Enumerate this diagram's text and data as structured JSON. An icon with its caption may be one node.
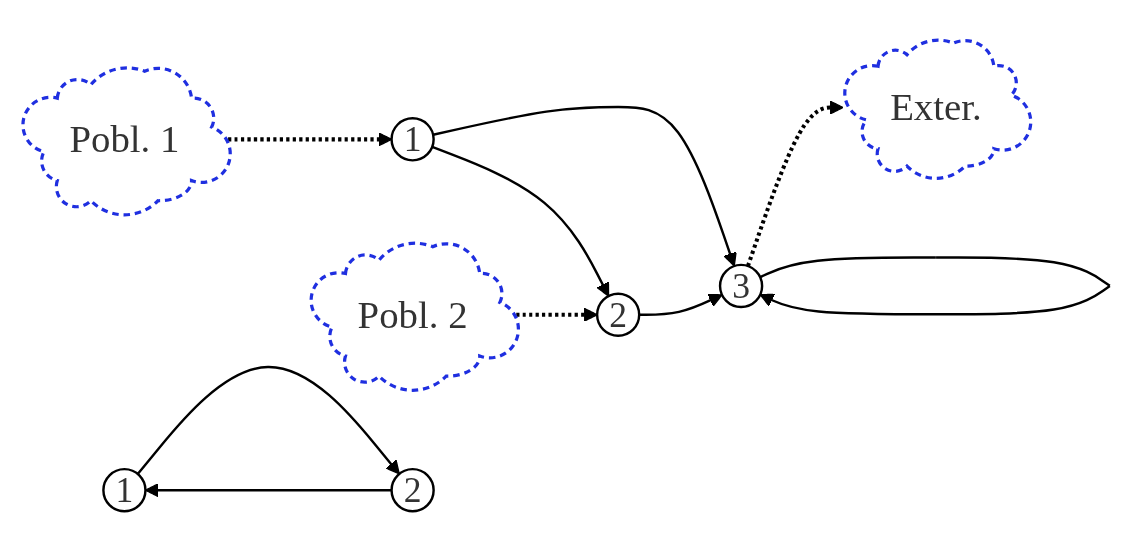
{
  "diagram": {
    "nodes": [
      {
        "text": [
          "Pobl. 1"
        ]
      },
      {
        "text": [
          "1"
        ]
      },
      {
        "text": [
          "3"
        ]
      },
      {
        "text": [
          "Exter."
        ]
      },
      {
        "text": [
          "2"
        ]
      },
      {
        "text": [
          "Pobl. 2"
        ]
      },
      {
        "text": [
          "1"
        ]
      },
      {
        "text": [
          "2"
        ]
      }
    ],
    "edges": [
      {
        "from": 0,
        "to": 1,
        "arrow": "to",
        "style": "dashed"
      },
      {
        "from": 1,
        "to": 2,
        "arrow": "to"
      },
      {
        "from": 1,
        "to": 4,
        "arrow": "to"
      },
      {
        "from": 4,
        "to": 2,
        "arrow": "to"
      },
      {
        "from": 2,
        "to": 2,
        "arrow": "to"
      },
      {
        "from": 2,
        "to": 3,
        "arrow": "to",
        "style": "dashed"
      },
      {
        "from": 5,
        "to": 4,
        "arrow": "to",
        "style": "dashed"
      },
      {
        "from": 6,
        "to": 7,
        "arrow": "to"
      },
      {
        "from": 7,
        "to": 6,
        "arrow": "to"
      }
    ]
  }
}
